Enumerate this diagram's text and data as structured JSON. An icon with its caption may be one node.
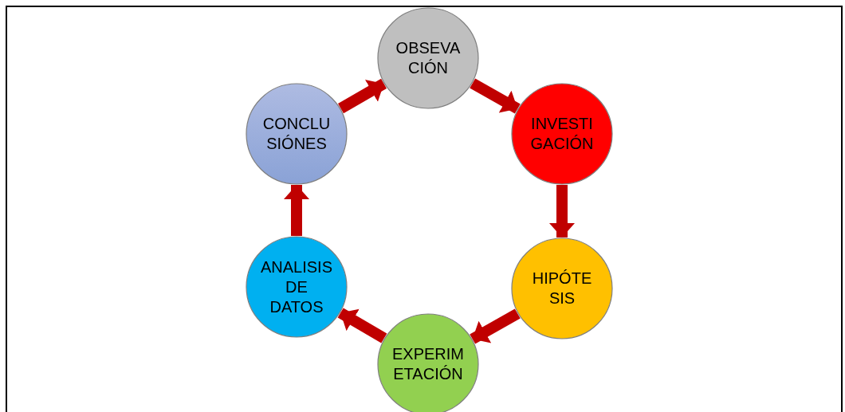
{
  "diagram": {
    "nodes": [
      {
        "text": [
          "OBSEVA CIÓN"
        ]
      },
      {
        "text": [
          "INVESTI GACIÓN"
        ]
      },
      {
        "text": [
          "HIPÓTE SIS"
        ]
      },
      {
        "text": [
          "EXPERIM ETACIÓN"
        ]
      },
      {
        "text": [
          "ANALISIS DE DATOS"
        ]
      },
      {
        "text": [
          "CONCLU SIÓNES"
        ]
      }
    ],
    "edges": [
      {
        "from": 0,
        "to": 1,
        "arrow": "to"
      },
      {
        "from": 1,
        "to": 2,
        "arrow": "to"
      },
      {
        "from": 2,
        "to": 3,
        "arrow": "to"
      },
      {
        "from": 3,
        "to": 4,
        "arrow": "to"
      },
      {
        "from": 4,
        "to": 5,
        "arrow": "to"
      },
      {
        "from": 5,
        "to": 0,
        "arrow": "to"
      }
    ]
  }
}
